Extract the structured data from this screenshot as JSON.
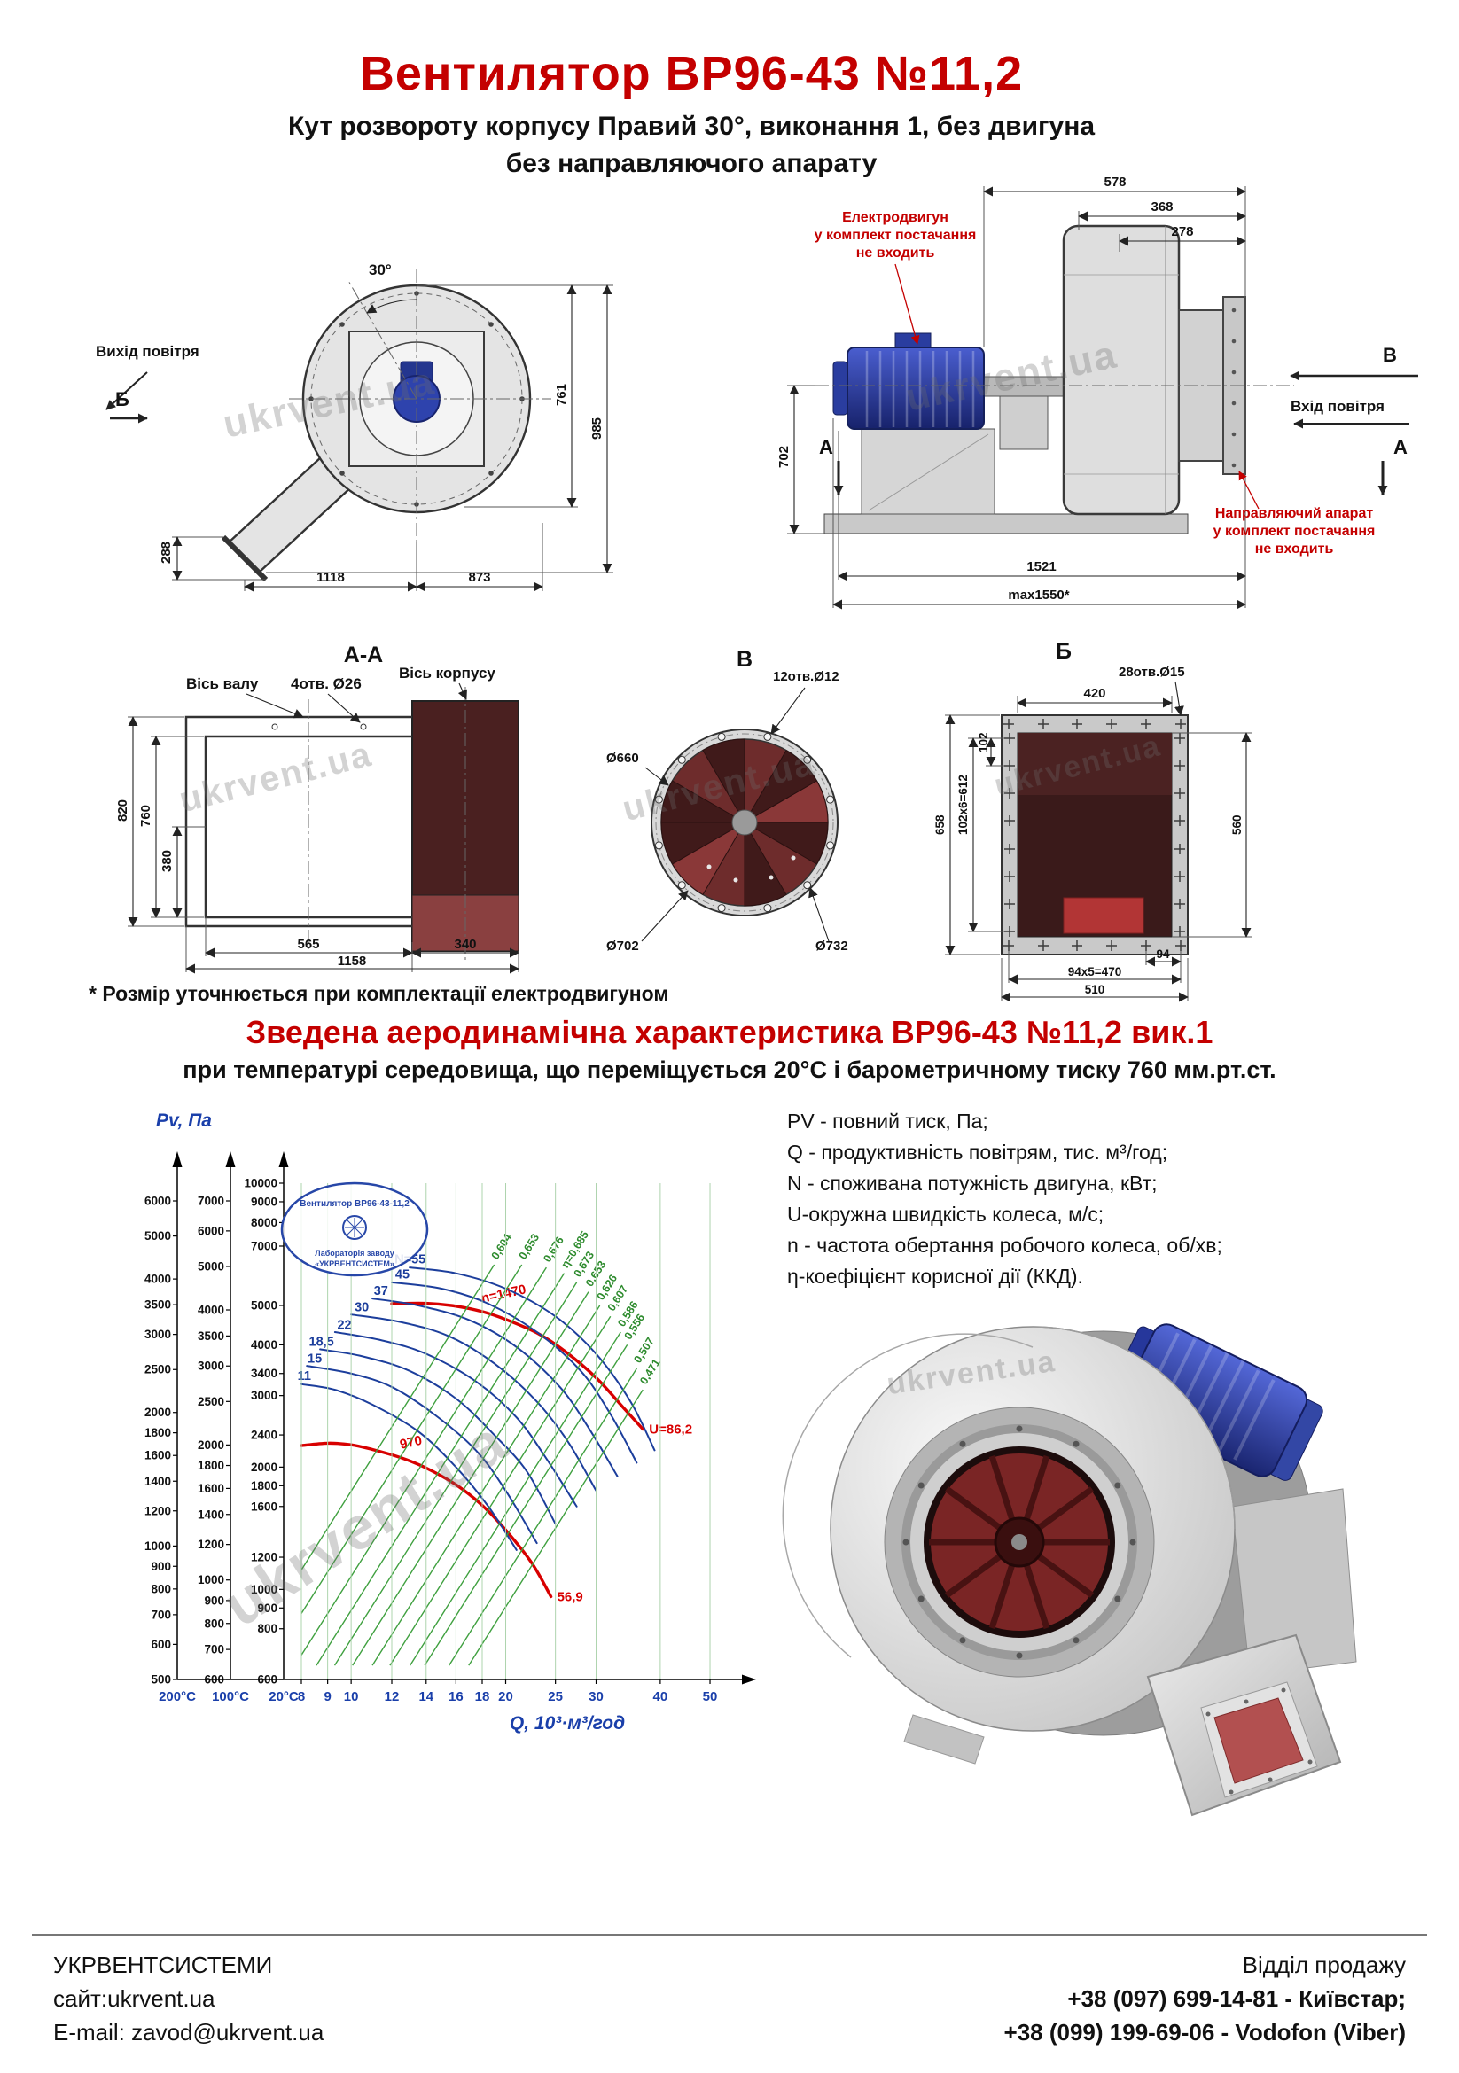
{
  "page": {
    "title": "Вентилятор  ВР96-43 №11,2",
    "subtitle1": "Кут розвороту корпусу Правий 30°, виконання 1, без двигуна",
    "subtitle2": "без направляючого апарату",
    "footnote": "* Розмір уточнюється при комплектації електродвигуном",
    "watermark": "ukrvent.ua"
  },
  "side_view": {
    "angle": "30°",
    "air_out": "Вихід повітря",
    "section_mark": "Б",
    "dim_761": "761",
    "dim_985": "985",
    "dim_288": "288",
    "dim_1118": "1118",
    "dim_873": "873"
  },
  "front_view": {
    "dim_578": "578",
    "dim_368": "368",
    "dim_278": "278",
    "dim_702": "702",
    "dim_1521": "1521",
    "dim_max1550": "max1550*",
    "view_mark": "В",
    "air_in": "Вхід повітря",
    "section_mark_left": "А",
    "section_mark_right": "А",
    "motor_note1": "Електродвигун",
    "motor_note2": "у комплект постачання",
    "motor_note3": "не входить",
    "guide_note1": "Направляючий апарат",
    "guide_note2": "у комплект постачання",
    "guide_note3": "не входить"
  },
  "section_aa": {
    "title": "А-А",
    "axis_shaft": "Вісь валу",
    "holes": "4отв. Ø26",
    "axis_housing": "Вісь корпусу",
    "dim_820": "820",
    "dim_760": "760",
    "dim_380": "380",
    "dim_565": "565",
    "dim_340": "340",
    "dim_1158": "1158"
  },
  "view_v": {
    "title": "В",
    "holes": "12отв.Ø12",
    "dia_660": "Ø660",
    "dia_702": "Ø702",
    "dia_732": "Ø732"
  },
  "view_b": {
    "title": "Б",
    "holes": "28отв.Ø15",
    "dim_420": "420",
    "dim_658": "658",
    "dim_612": "102х6=612",
    "dim_102": "102",
    "dim_560": "560",
    "dim_94": "94",
    "dim_470": "94х5=470",
    "dim_510": "510"
  },
  "aero": {
    "title": "Зведена аеродинамічна характеристика ВР96-43 №11,2 вик.1",
    "subtitle": "при температурі середовища, що переміщується 20°С і барометричному тиску 760 мм.рт.ст.",
    "legend": [
      "PV - повний тиск, Па;",
      "Q - продуктивність повітрям, тис. м³/год;",
      "N - споживана потужність двигуна, кВт;",
      "U-окружна швидкість колеса, м/с;",
      "n - частота обертання робочого колеса, об/хв;",
      "η-коефіцієнт корисної дії (ККД)."
    ],
    "stamp1": "Вентилятор ВР96-43-11,2",
    "stamp2": "Лабораторія заводу",
    "stamp3": "«УКРВЕНТСИСТЕМ»"
  },
  "chart_data": {
    "type": "line",
    "title": "Зведена аеродинамічна характеристика ВР96-43 №11,2 вик.1",
    "ylabel": "Pv, Па",
    "xlabel": "Q, 10³·м³/год",
    "grid": "vertical",
    "x_range": [
      8,
      55
    ],
    "x_ticks": [
      8,
      9,
      10,
      12,
      14,
      16,
      18,
      20,
      25,
      30,
      40,
      50
    ],
    "y_axes": [
      {
        "label": "200°С",
        "range": [
          500,
          6000
        ],
        "ticks": [
          6000,
          5000,
          4000,
          3500,
          3000,
          2500,
          2000,
          1800,
          1600,
          1400,
          1200,
          1000,
          900,
          800,
          700,
          600,
          500
        ]
      },
      {
        "label": "100°С",
        "range": [
          600,
          7000
        ],
        "ticks": [
          7000,
          6000,
          5000,
          4000,
          3500,
          3000,
          2500,
          2000,
          1800,
          1600,
          1400,
          1200,
          1000,
          900,
          800,
          700,
          600
        ]
      },
      {
        "label": "20°С",
        "range": [
          600,
          10000
        ],
        "ticks": [
          10000,
          9000,
          8000,
          7000,
          5000,
          4000,
          3400,
          3000,
          2400,
          2000,
          1800,
          1600,
          1200,
          1000,
          900,
          800,
          600
        ]
      }
    ],
    "power_curves": [
      {
        "label": "N=55",
        "points": [
          [
            13,
            6200
          ],
          [
            16,
            6000
          ],
          [
            20,
            5500
          ],
          [
            25,
            4700
          ],
          [
            30,
            3800
          ],
          [
            35,
            2900
          ],
          [
            39,
            2200
          ]
        ]
      },
      {
        "label": "45",
        "points": [
          [
            12,
            5700
          ],
          [
            15,
            5500
          ],
          [
            18.5,
            5050
          ],
          [
            23,
            4300
          ],
          [
            28,
            3450
          ],
          [
            32,
            2700
          ],
          [
            36,
            2050
          ]
        ]
      },
      {
        "label": "37",
        "points": [
          [
            11,
            5200
          ],
          [
            13.5,
            5000
          ],
          [
            17,
            4600
          ],
          [
            21,
            3950
          ],
          [
            25.5,
            3150
          ],
          [
            29,
            2500
          ],
          [
            33,
            1900
          ]
        ]
      },
      {
        "label": "30",
        "points": [
          [
            10,
            4750
          ],
          [
            12.5,
            4550
          ],
          [
            15.5,
            4200
          ],
          [
            19,
            3600
          ],
          [
            23,
            2900
          ],
          [
            26.5,
            2300
          ],
          [
            30,
            1750
          ]
        ]
      },
      {
        "label": "22",
        "points": [
          [
            9.3,
            4300
          ],
          [
            11.5,
            4100
          ],
          [
            14,
            3800
          ],
          [
            17.5,
            3250
          ],
          [
            21,
            2650
          ],
          [
            24,
            2100
          ],
          [
            27.5,
            1600
          ]
        ]
      },
      {
        "label": "18,5",
        "points": [
          [
            8.7,
            3900
          ],
          [
            10.5,
            3750
          ],
          [
            13,
            3450
          ],
          [
            16,
            2950
          ],
          [
            19,
            2400
          ],
          [
            22,
            1950
          ],
          [
            25,
            1450
          ]
        ]
      },
      {
        "label": "15",
        "points": [
          [
            8.2,
            3550
          ],
          [
            10,
            3400
          ],
          [
            12,
            3150
          ],
          [
            14.5,
            2700
          ],
          [
            17.5,
            2200
          ],
          [
            20,
            1750
          ],
          [
            23,
            1300
          ]
        ]
      },
      {
        "label": "11",
        "points": [
          [
            8,
            3200
          ],
          [
            9.3,
            3100
          ],
          [
            11,
            2850
          ],
          [
            13.5,
            2450
          ],
          [
            16,
            2000
          ],
          [
            18.5,
            1600
          ],
          [
            21,
            1250
          ]
        ]
      }
    ],
    "efficiency_lines": [
      {
        "label": "0,604",
        "q_top": 19,
        "p_top": 6300
      },
      {
        "label": "0,653",
        "q_top": 21.5,
        "p_top": 6300
      },
      {
        "label": "0,676",
        "q_top": 24,
        "p_top": 6200
      },
      {
        "label": "η=0,685",
        "q_top": 26,
        "p_top": 6000
      },
      {
        "label": "0,673",
        "q_top": 27.5,
        "p_top": 5700
      },
      {
        "label": "0,653",
        "q_top": 29,
        "p_top": 5400
      },
      {
        "label": "0,626",
        "q_top": 30.5,
        "p_top": 5000
      },
      {
        "label": "0,607",
        "q_top": 32,
        "p_top": 4700
      },
      {
        "label": "0,586",
        "q_top": 33.5,
        "p_top": 4300
      },
      {
        "label": "0,556",
        "q_top": 34.5,
        "p_top": 4000
      },
      {
        "label": "0,507",
        "q_top": 36,
        "p_top": 3500
      },
      {
        "label": "0,471",
        "q_top": 37,
        "p_top": 3100
      }
    ],
    "speed_curves": [
      {
        "label": "n=1470",
        "label_at": 3,
        "end_label": "U=86,2",
        "points": [
          [
            12,
            5050
          ],
          [
            14,
            5060
          ],
          [
            16,
            4980
          ],
          [
            18,
            4830
          ],
          [
            20,
            4620
          ],
          [
            23,
            4280
          ],
          [
            26,
            3870
          ],
          [
            30,
            3320
          ],
          [
            34,
            2790
          ],
          [
            37,
            2480
          ]
        ]
      },
      {
        "label": "970",
        "label_at": 4,
        "end_label": "56,9",
        "points": [
          [
            8,
            2260
          ],
          [
            9,
            2290
          ],
          [
            10,
            2270
          ],
          [
            11,
            2210
          ],
          [
            12.5,
            2110
          ],
          [
            14,
            1990
          ],
          [
            16,
            1810
          ],
          [
            18,
            1610
          ],
          [
            20,
            1400
          ],
          [
            22.5,
            1160
          ],
          [
            24.5,
            960
          ]
        ]
      }
    ]
  },
  "footer": {
    "company": "УКРВЕНТСИСТЕМИ",
    "site": "сайт:ukrvent.ua",
    "email": "E-mail: zavod@ukrvent.ua",
    "sales": "Відділ продажу",
    "phone1": "+38 (097) 699-14-81 - Київстар;",
    "phone2": "+38 (099) 199-69-06 - Vodofon (Viber)"
  }
}
